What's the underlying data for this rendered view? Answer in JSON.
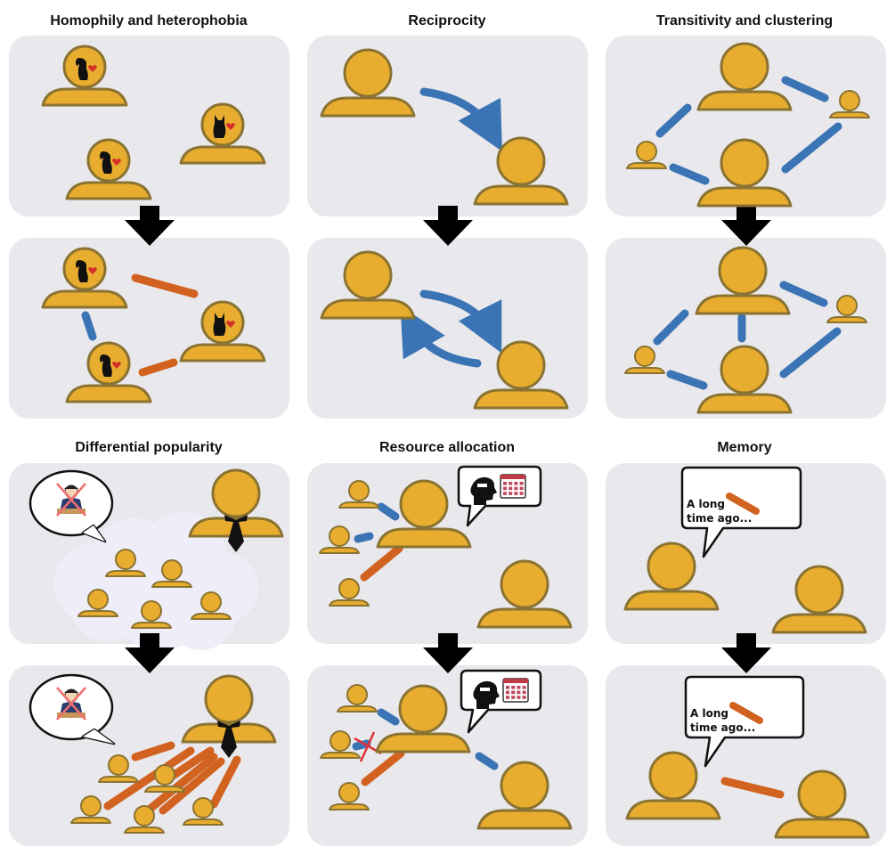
{
  "panels": [
    {
      "title": "Homophily and heterophobia"
    },
    {
      "title": "Reciprocity"
    },
    {
      "title": "Transitivity and clustering"
    },
    {
      "title": "Differential popularity"
    },
    {
      "title": "Resource allocation"
    },
    {
      "title": "Memory"
    }
  ],
  "memory_bubble": {
    "line1": "A long",
    "line2": "time ago..."
  },
  "colors": {
    "person_fill": "#e8ad2e",
    "person_stroke": "#8a7332",
    "box_fill": "#e9e8ec",
    "tie_blue": "#3a74b4",
    "tie_orange": "#d2621f",
    "arrow": "#000000",
    "heart": "#d6302a"
  },
  "icons": [
    "dog-icon",
    "cat-icon",
    "heart-icon",
    "tie-icon",
    "businessman-icon",
    "head-gear-icon",
    "calendar-icon"
  ]
}
